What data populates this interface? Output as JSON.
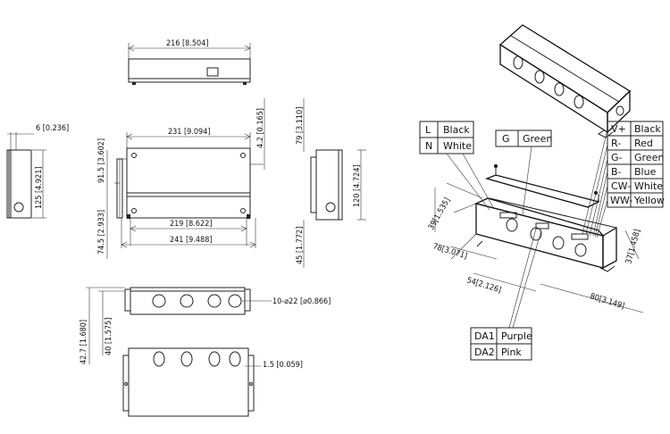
{
  "dimensions": {
    "top_width": "216 [8.504]",
    "side_width": "6 [0.236]",
    "side_height": "125 [4.921]",
    "front_width": "231 [9.094]",
    "flange_height": "4.2 [0.165]",
    "right_total_height": "79 [3.110]",
    "right_height": "120 [4.724]",
    "right_lower": "45 [1.772]",
    "front_inner_height": "91.5 [3.602]",
    "front_mid_height": "74.5 [2.933]",
    "front_inner_width": "219 [8.622]",
    "front_outer_width": "241 [9.488]",
    "knockouts": "10-⌀22 [⌀0.866]",
    "bottom_height_a": "42.7 [1.680]",
    "bottom_height_b": "40 [1.575]",
    "wall_thickness": "1.5 [0.059]",
    "iso_height": "39[1.535]",
    "iso_left": "78[3.071]",
    "iso_mid": "54[2.126]",
    "iso_right_h": "37[1.458]",
    "iso_right_w": "80[3.149]"
  },
  "wiring": {
    "ac": [
      {
        "code": "L",
        "color": "Black"
      },
      {
        "code": "N",
        "color": "White"
      }
    ],
    "ground": [
      {
        "code": "G",
        "color": "Green"
      }
    ],
    "dc": [
      {
        "code": "V+",
        "color": "Black"
      },
      {
        "code": "R-",
        "color": "Red"
      },
      {
        "code": "G-",
        "color": "Green"
      },
      {
        "code": "B-",
        "color": "Blue"
      },
      {
        "code": "CW-",
        "color": "White"
      },
      {
        "code": "WW-",
        "color": "Yellow"
      }
    ],
    "dimming": [
      {
        "code": "DA1",
        "color": "Purple"
      },
      {
        "code": "DA2",
        "color": "Pink"
      }
    ]
  }
}
